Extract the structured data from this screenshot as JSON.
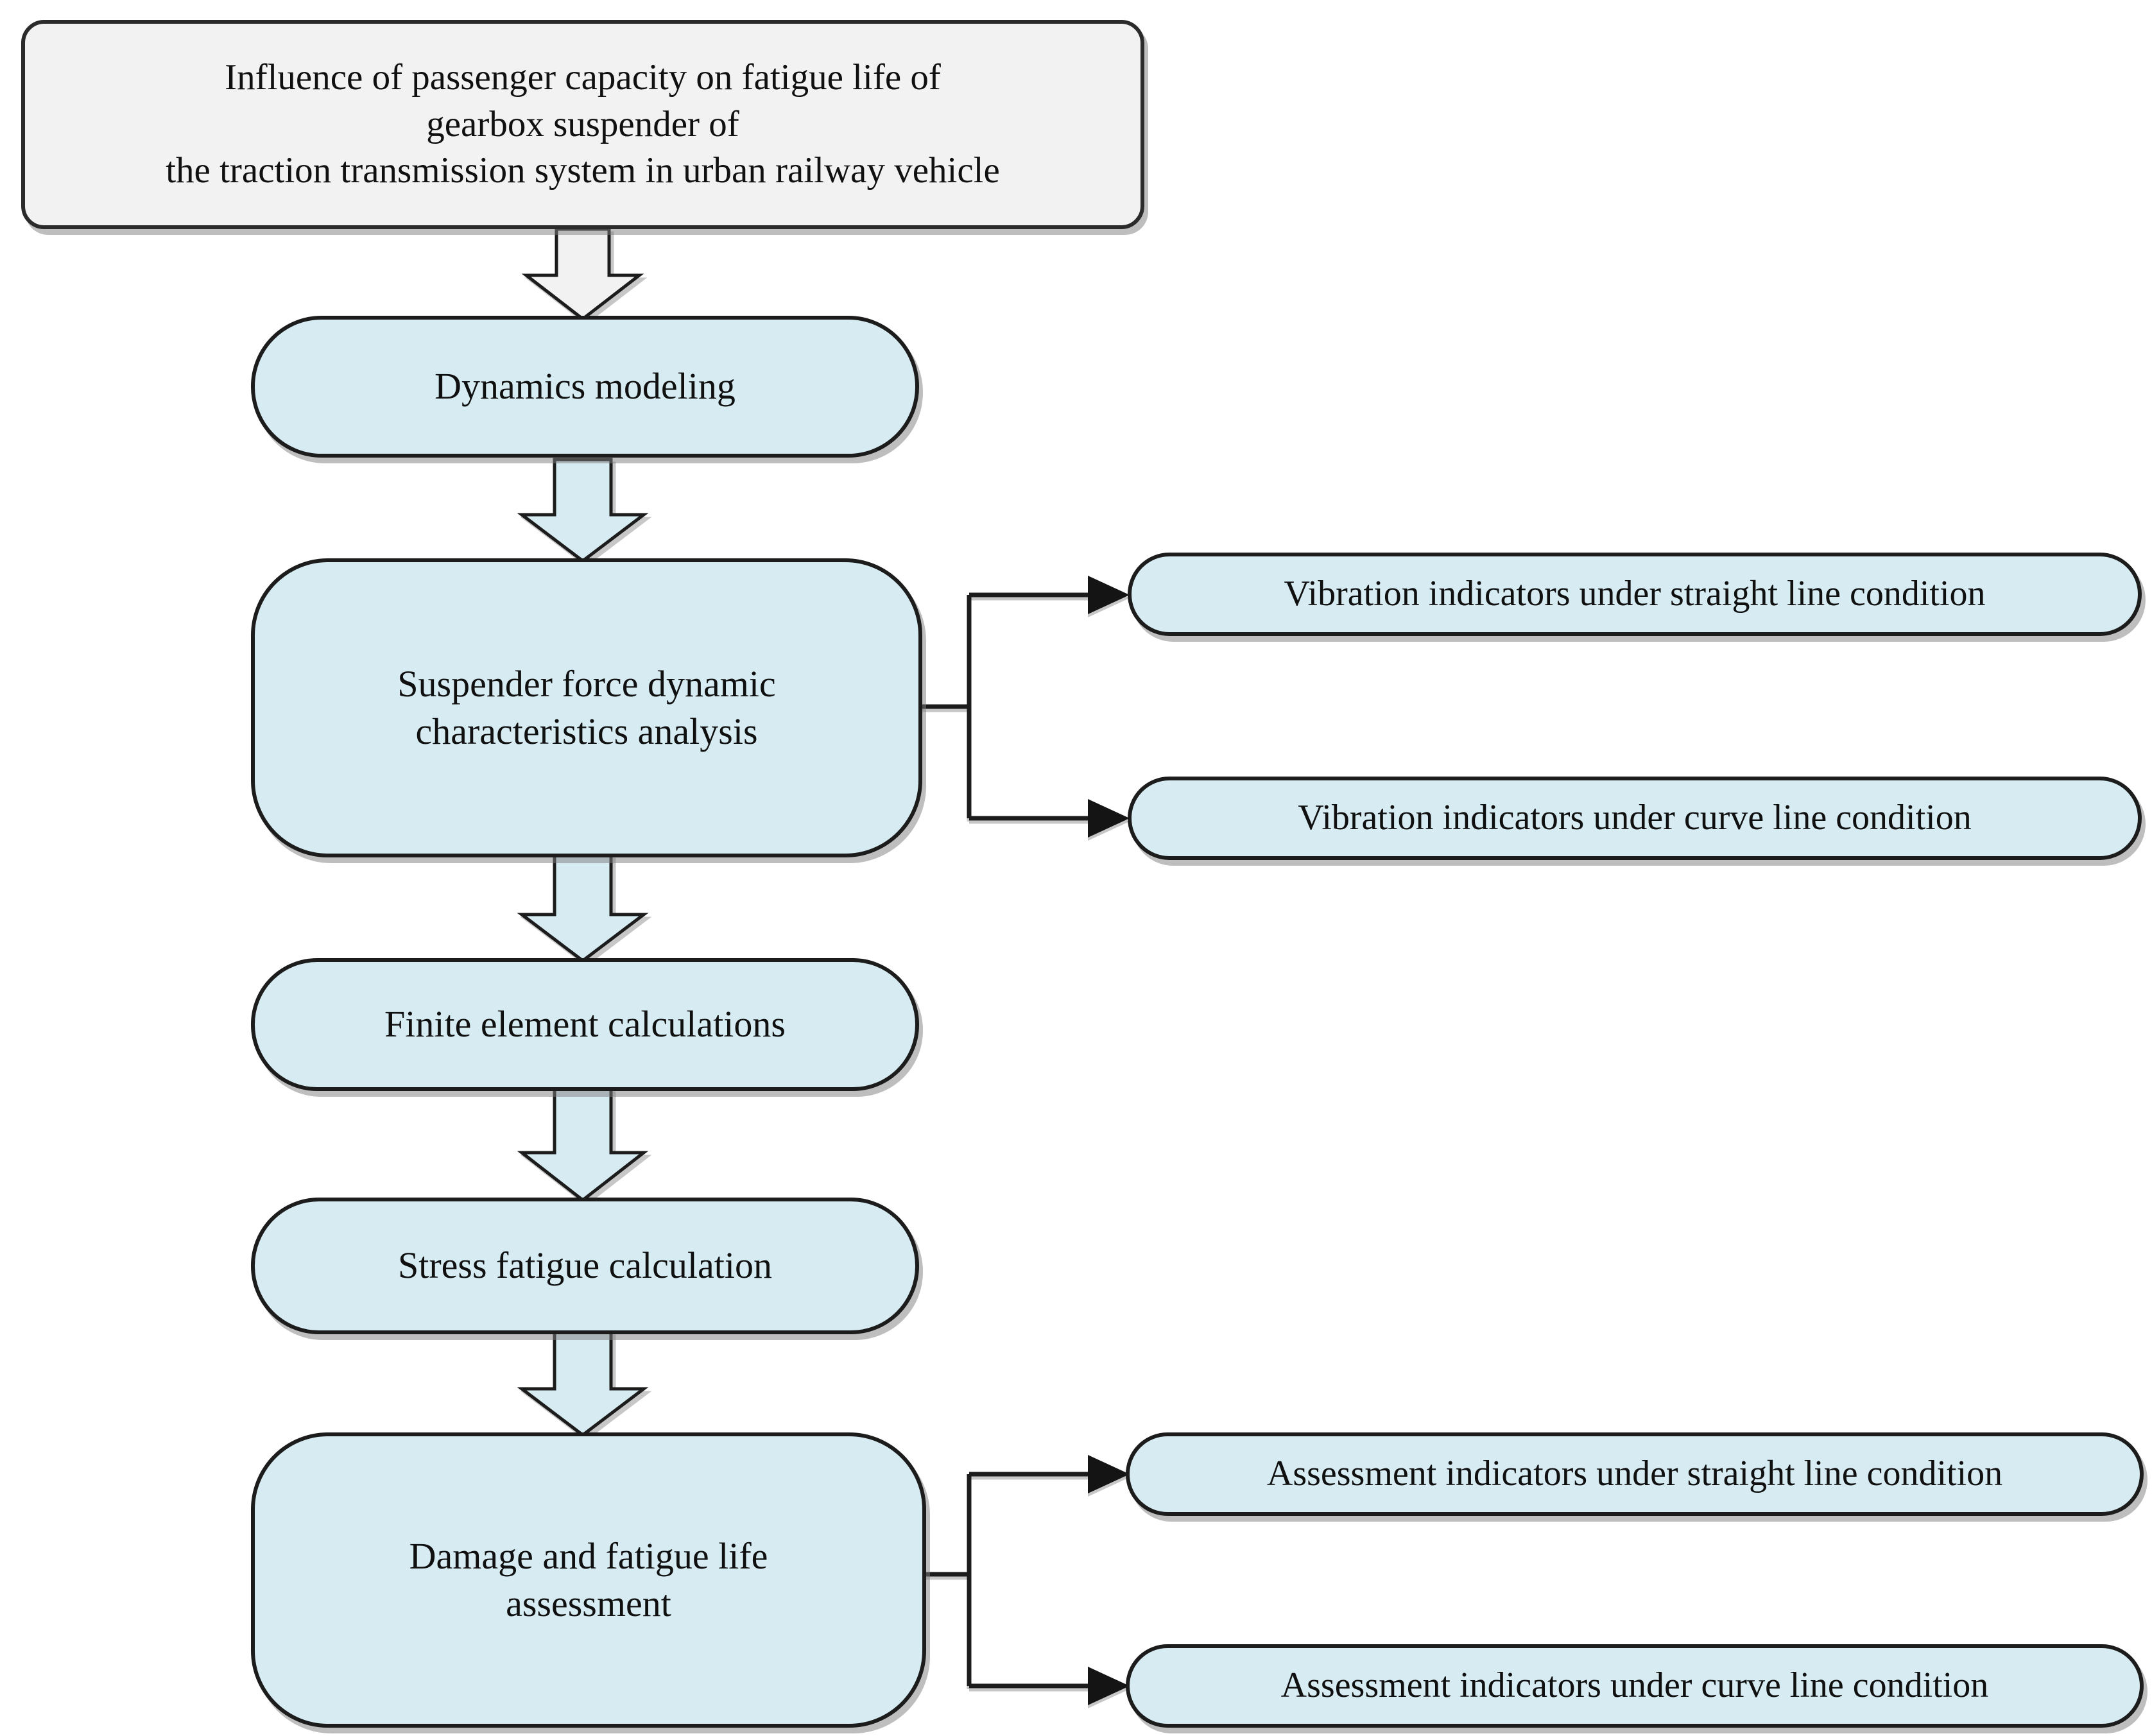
{
  "flowchart": {
    "title": "Influence of passenger capacity on fatigue life of\ngearbox suspender of\nthe traction transmission system in urban railway vehicle",
    "steps": [
      {
        "id": "dynamics-modeling",
        "label": "Dynamics modeling"
      },
      {
        "id": "suspender-force-analysis",
        "label": "Suspender force dynamic\ncharacteristics analysis"
      },
      {
        "id": "finite-element-calculations",
        "label": "Finite element calculations"
      },
      {
        "id": "stress-fatigue-calculation",
        "label": "Stress fatigue calculation"
      },
      {
        "id": "damage-fatigue-assessment",
        "label": "Damage and fatigue life\nassessment"
      }
    ],
    "vibration_outputs": [
      {
        "label": "Vibration indicators under straight line condition"
      },
      {
        "label": "Vibration indicators under curve line condition"
      }
    ],
    "assessment_outputs": [
      {
        "label": "Assessment indicators under straight line condition"
      },
      {
        "label": "Assessment indicators under curve line condition"
      }
    ],
    "colors": {
      "process_fill": "#d6ebf2",
      "title_fill": "#f2f2f2",
      "outline": "#1c1c1c",
      "shadow": "#8c8c8c",
      "arrowhead": "#141414"
    }
  }
}
